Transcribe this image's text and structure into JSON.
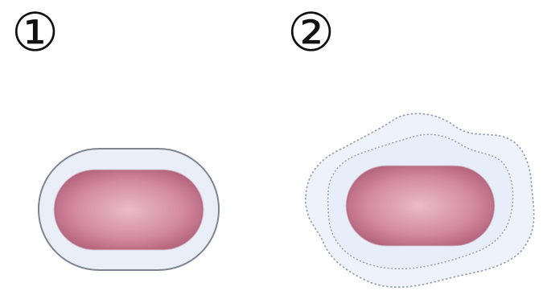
{
  "labels": {
    "one": "①",
    "two": "②"
  },
  "colors": {
    "capsule_fill": "#e9eef8",
    "capsule_stroke": "#7d8492",
    "cell_light": "#e8b8c5",
    "cell_dark": "#b45e76",
    "dotted_outline": "#9aa0aa"
  },
  "diagram": {
    "items": [
      {
        "label_key": "one"
      },
      {
        "label_key": "two"
      }
    ]
  }
}
